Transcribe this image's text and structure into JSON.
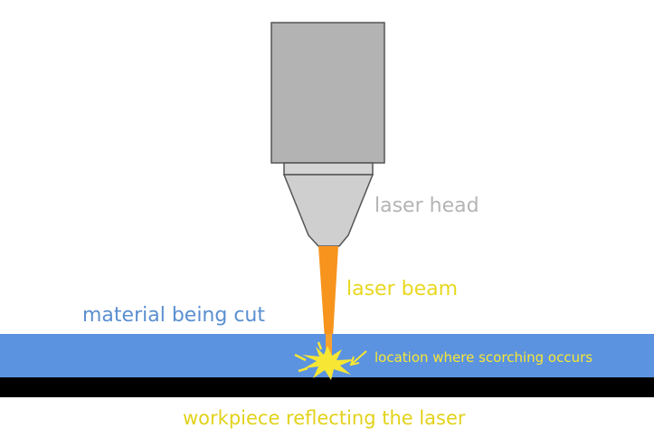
{
  "labels": {
    "laser_head": "laser head",
    "laser_beam": "laser beam",
    "material": "material being cut",
    "scorch_location": "location where scorching occurs",
    "workpiece": "workpiece reflecting the laser"
  },
  "colors": {
    "head_body": "#b3b3b3",
    "head_outline": "#555555",
    "nozzle": "#cfcfcf",
    "beam": "#f7941d",
    "material": "#5b93e0",
    "workpiece": "#000000",
    "spark": "#f7e634",
    "head_label": "#b4b4b4",
    "beam_label": "#e8d820",
    "material_label": "#5b8fd0",
    "workpiece_label": "#e2d21a"
  }
}
